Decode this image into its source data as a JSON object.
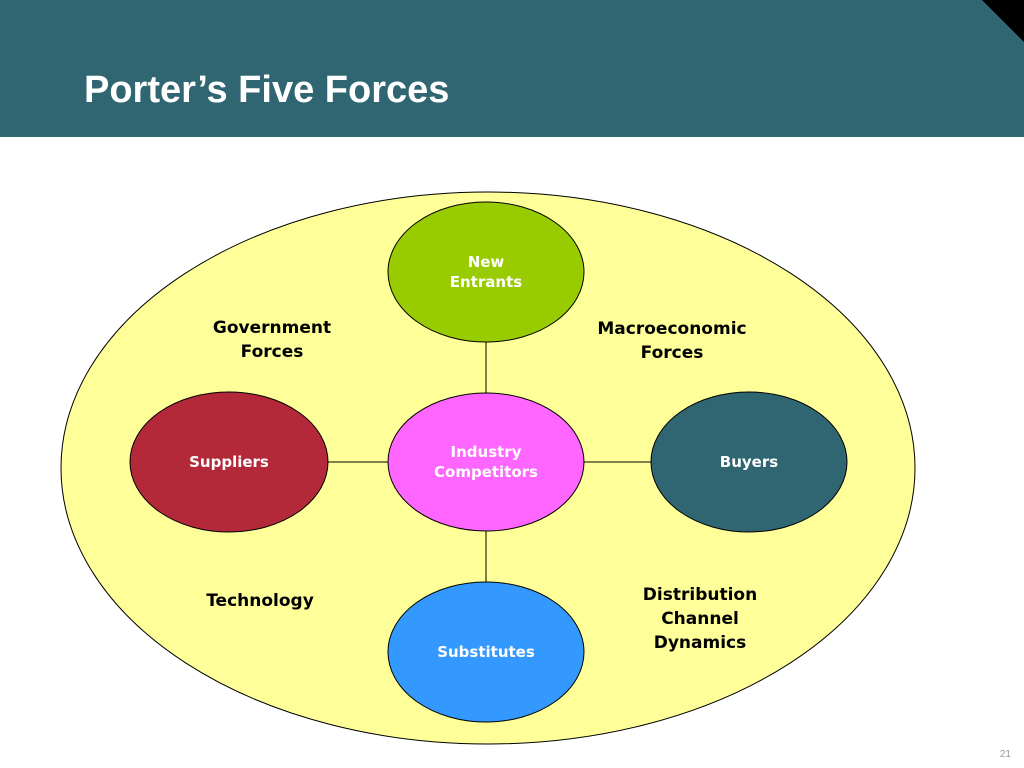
{
  "slide": {
    "title": "Porter’s Five Forces",
    "page_number": "21"
  },
  "colors": {
    "header": "#2f6672",
    "environment": "#ffff99",
    "new_entrants": "#99cc00",
    "suppliers": "#b3293a",
    "industry_competitors": "#ff66ff",
    "buyers": "#2f6672",
    "substitutes": "#3399ff"
  },
  "diagram": {
    "forces": {
      "new_entrants": "New\nEntrants",
      "suppliers": "Suppliers",
      "industry_competitors": "Industry\nCompetitors",
      "buyers": "Buyers",
      "substitutes": "Substitutes"
    },
    "environment": {
      "government": "Government\nForces",
      "macroeconomic": "Macroeconomic\nForces",
      "technology": "Technology",
      "distribution": "Distribution\nChannel\nDynamics"
    }
  }
}
